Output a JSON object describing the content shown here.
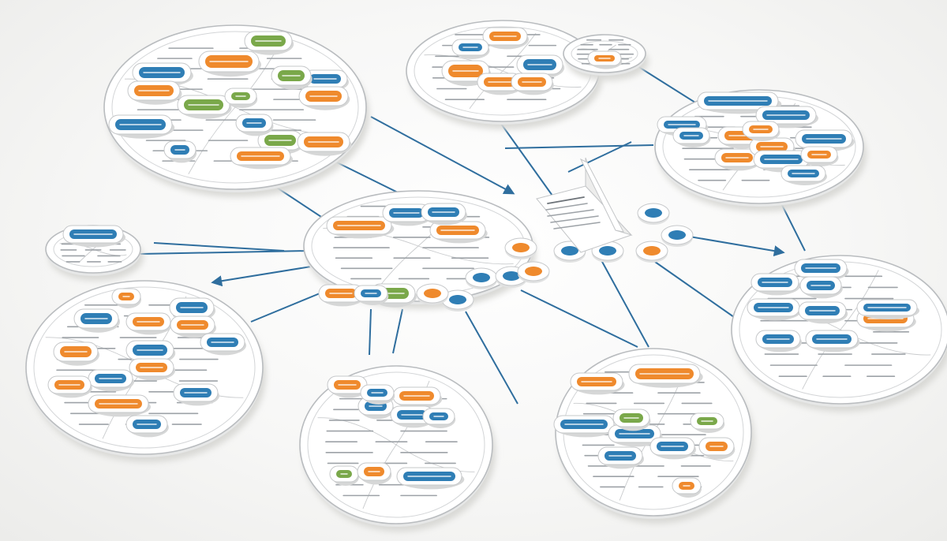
{
  "canvas": {
    "background": "#f4f4f3"
  },
  "palette": {
    "orange": "#ef8a2d",
    "blue": "#2f7eb5",
    "green": "#7aa84a",
    "line": "#2f6e9e",
    "plate_edge": "#b9bcbf"
  },
  "diagram": {
    "kind": "interconnected mind-map clusters",
    "hub": {
      "node_colors": [
        "orange",
        "blue",
        "green",
        "orange",
        "blue",
        "orange",
        "blue"
      ]
    },
    "clusters": [
      {
        "id": "top-left",
        "node_colors": [
          "green",
          "orange",
          "blue",
          "green",
          "blue",
          "orange",
          "green",
          "orange",
          "blue",
          "green",
          "orange",
          "blue",
          "orange",
          "green",
          "blue"
        ]
      },
      {
        "id": "top-center",
        "node_colors": [
          "orange",
          "orange",
          "blue",
          "orange",
          "orange",
          "blue"
        ]
      },
      {
        "id": "top-right",
        "node_colors": [
          "blue",
          "blue",
          "orange",
          "blue",
          "blue",
          "orange",
          "blue",
          "orange",
          "blue",
          "orange",
          "orange",
          "blue"
        ]
      },
      {
        "id": "left",
        "node_colors": [
          "blue",
          "orange",
          "blue",
          "blue",
          "orange",
          "orange",
          "blue",
          "blue",
          "orange",
          "orange",
          "blue",
          "orange",
          "blue",
          "orange"
        ]
      },
      {
        "id": "right",
        "node_colors": [
          "blue",
          "blue",
          "blue",
          "blue",
          "orange",
          "blue",
          "blue",
          "blue",
          "blue"
        ]
      },
      {
        "id": "bottom-center",
        "node_colors": [
          "orange",
          "blue",
          "orange",
          "blue",
          "blue",
          "blue",
          "green",
          "orange",
          "blue"
        ]
      },
      {
        "id": "bottom-right",
        "node_colors": [
          "orange",
          "orange",
          "blue",
          "blue",
          "green",
          "blue",
          "green",
          "orange",
          "blue",
          "orange"
        ]
      }
    ]
  }
}
